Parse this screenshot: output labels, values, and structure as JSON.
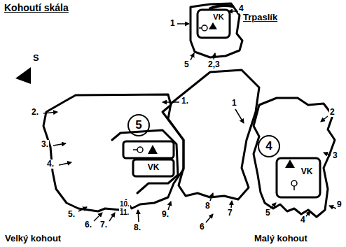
{
  "diagram": {
    "title": "Kohoutí skála",
    "labels": [
      "S",
      "Trpaslík",
      "1",
      "4",
      "VK",
      "5",
      "2,3",
      "1.",
      "2.",
      "5",
      "3.",
      "4.",
      "VK",
      "5.",
      "6.",
      "7.",
      "10.",
      "11.",
      "8.",
      "9.",
      "1",
      "4",
      "8",
      "7",
      "6",
      "5",
      "2",
      "3",
      "VK",
      "4",
      "9",
      "Velký kohout",
      "Malý kohout"
    ]
  }
}
